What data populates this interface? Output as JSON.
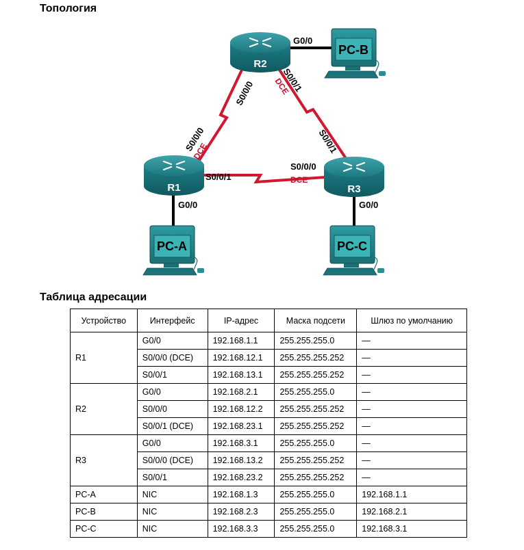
{
  "headings": {
    "topology": "Топология",
    "addressing": "Таблица адресации"
  },
  "topology": {
    "routers": {
      "r1": "R1",
      "r2": "R2",
      "r3": "R3"
    },
    "pcs": {
      "pca": "PC-A",
      "pcb": "PC-B",
      "pcc": "PC-C"
    },
    "interfaces": {
      "r2_g0": "G0/0",
      "r2_s000": "S0/0/0",
      "r2_s001": "S0/0/1",
      "r1_s000": "S0/0/0",
      "r1_s001": "S0/0/1",
      "r1_g0": "G0/0",
      "r3_s000": "S0/0/0",
      "r3_s001": "S0/0/1",
      "r3_g0": "G0/0"
    },
    "dce_label": "DCE",
    "colors": {
      "serial_link": "#d0192f",
      "ethernet_link": "#000000",
      "device_teal": "#1f7f87",
      "screen_teal": "#2fa3a4"
    }
  },
  "table": {
    "headers": [
      "Устройство",
      "Интерфейс",
      "IP-адрес",
      "Маска подсети",
      "Шлюз по умолчанию"
    ],
    "rows": [
      {
        "device": "R1",
        "iface": "G0/0",
        "ip": "192.168.1.1",
        "mask": "255.255.255.0",
        "gw": "—"
      },
      {
        "device": "",
        "iface": "S0/0/0 (DCE)",
        "ip": "192.168.12.1",
        "mask": "255.255.255.252",
        "gw": "—"
      },
      {
        "device": "",
        "iface": "S0/0/1",
        "ip": "192.168.13.1",
        "mask": "255.255.255.252",
        "gw": "—"
      },
      {
        "device": "R2",
        "iface": "G0/0",
        "ip": "192.168.2.1",
        "mask": "255.255.255.0",
        "gw": "—"
      },
      {
        "device": "",
        "iface": "S0/0/0",
        "ip": "192.168.12.2",
        "mask": "255.255.255.252",
        "gw": "—"
      },
      {
        "device": "",
        "iface": "S0/0/1 (DCE)",
        "ip": "192.168.23.1",
        "mask": "255.255.255.252",
        "gw": "—"
      },
      {
        "device": "R3",
        "iface": "G0/0",
        "ip": "192.168.3.1",
        "mask": "255.255.255.0",
        "gw": "—"
      },
      {
        "device": "",
        "iface": "S0/0/0 (DCE)",
        "ip": "192.168.13.2",
        "mask": "255.255.255.252",
        "gw": "—"
      },
      {
        "device": "",
        "iface": "S0/0/1",
        "ip": "192.168.23.2",
        "mask": "255.255.255.252",
        "gw": "—"
      },
      {
        "device": "PC-A",
        "iface": "NIC",
        "ip": "192.168.1.3",
        "mask": "255.255.255.0",
        "gw": "192.168.1.1"
      },
      {
        "device": "PC-B",
        "iface": "NIC",
        "ip": "192.168.2.3",
        "mask": "255.255.255.0",
        "gw": "192.168.2.1"
      },
      {
        "device": "PC-C",
        "iface": "NIC",
        "ip": "192.168.3.3",
        "mask": "255.255.255.0",
        "gw": "192.168.3.1"
      }
    ]
  }
}
